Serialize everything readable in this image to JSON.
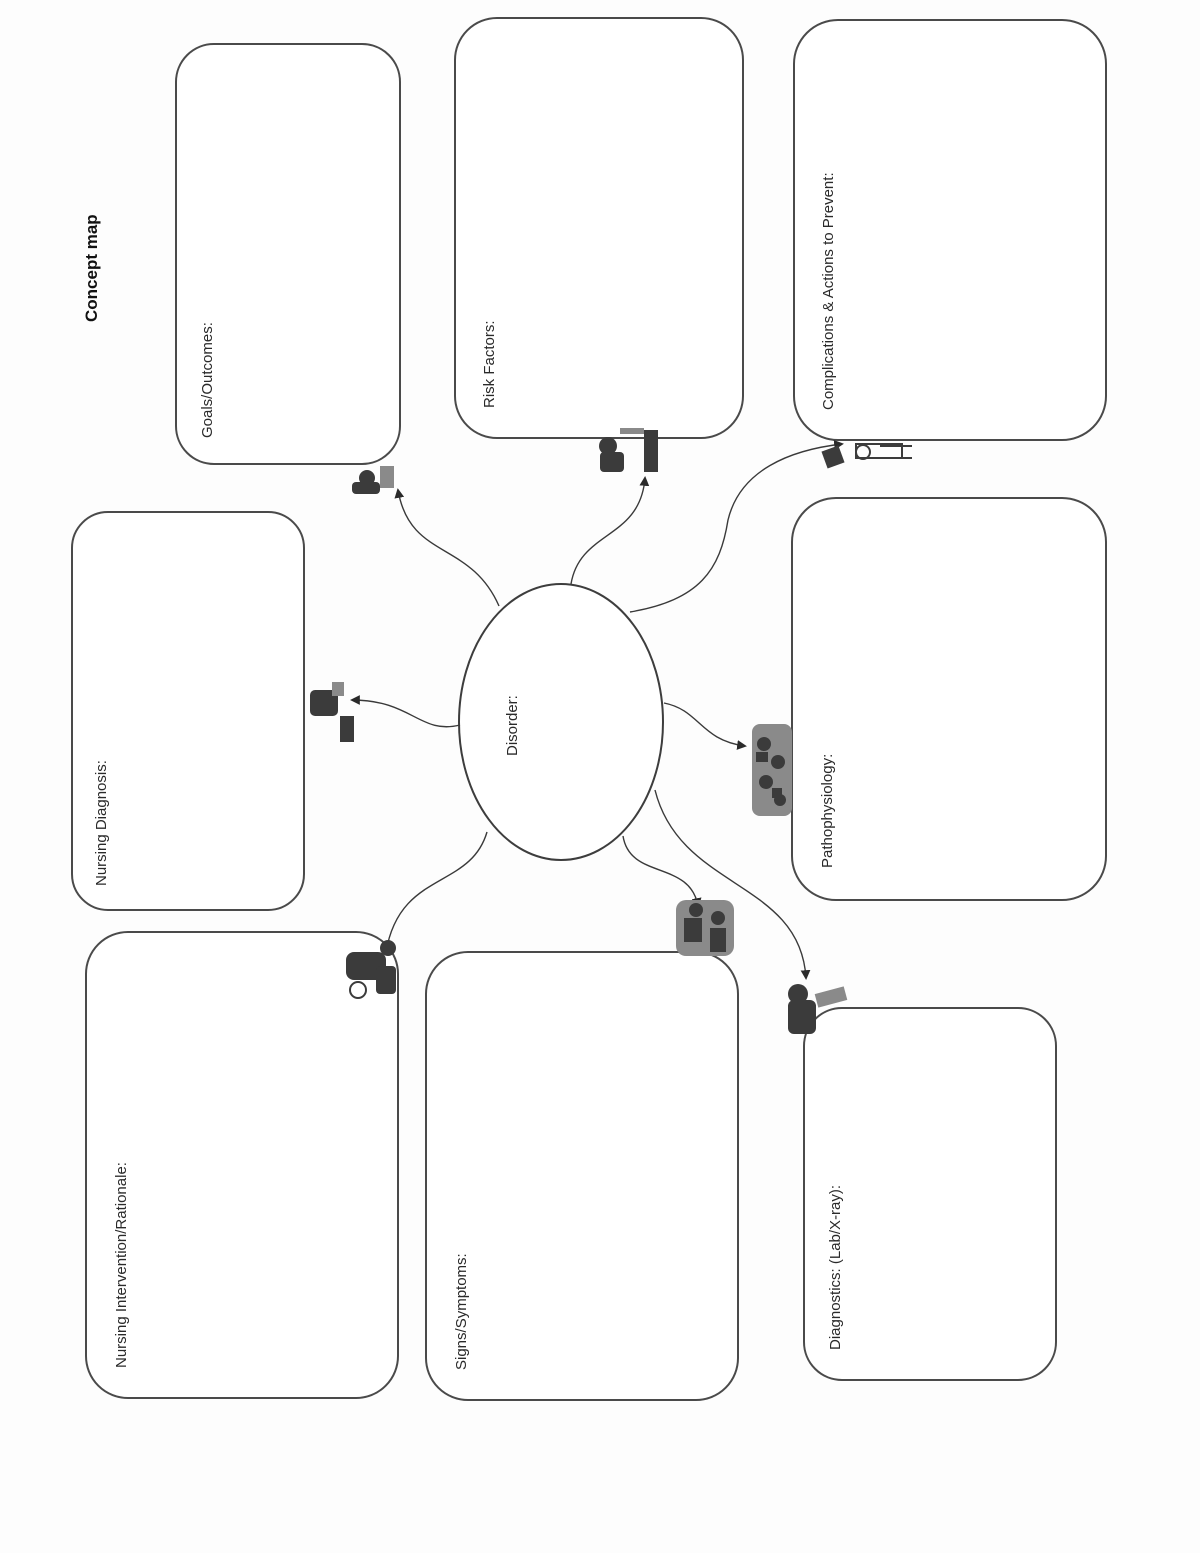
{
  "page": {
    "title": "Concept map"
  },
  "center": {
    "label": "Disorder:"
  },
  "boxes": {
    "goals": {
      "label": "Goals/Outcomes:"
    },
    "risk": {
      "label": "Risk Factors:"
    },
    "complications": {
      "label": "Complications & Actions to Prevent:"
    },
    "nursing_diagnosis": {
      "label": "Nursing Diagnosis:"
    },
    "pathophysiology": {
      "label": "Pathophysiology:"
    },
    "interventions": {
      "label": "Nursing Intervention/Rationale:"
    },
    "signs": {
      "label": "Signs/Symptoms:"
    },
    "diagnostics": {
      "label": "Diagnostics: (Lab/X-ray):"
    }
  },
  "icons": [
    "nurse-writing-icon",
    "person-at-desk-icon",
    "doctor-with-clipboard-icon",
    "worker-at-computer-icon",
    "group-of-people-icon",
    "patient-care-icon",
    "medical-staff-icon",
    "person-reading-icon"
  ],
  "colors": {
    "line": "#3a3a3a",
    "box_border": "#4a4a4a",
    "paper": "#fdfdfd"
  }
}
